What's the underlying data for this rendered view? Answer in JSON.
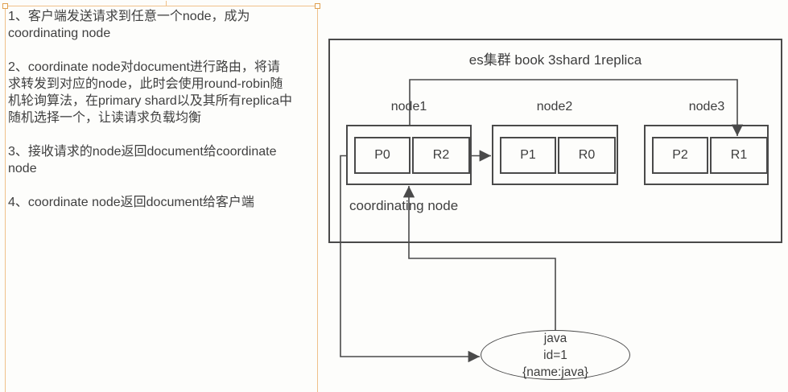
{
  "notes": {
    "paragraphs": [
      "1、客户端发送请求到任意一个node，成为\ncoordinating node",
      "2、coordinate node对document进行路由，将请\n求转发到对应的node，此时会使用round-robin随\n机轮询算法，在primary shard以及其所有replica中\n随机选择一个，让读请求负载均衡",
      "3、接收请求的node返回document给coordinate\nnode",
      "4、coordinate node返回document给客户端"
    ]
  },
  "cluster": {
    "title": "es集群 book 3shard 1replica",
    "coordinating_label": "coordinating node",
    "nodes": [
      {
        "label": "node1",
        "shards": [
          "P0",
          "R2"
        ]
      },
      {
        "label": "node2",
        "shards": [
          "P1",
          "R0"
        ]
      },
      {
        "label": "node3",
        "shards": [
          "P2",
          "R1"
        ]
      }
    ]
  },
  "client": {
    "line1": "java",
    "line2": "id=1",
    "line3": "{name:java}"
  },
  "colors": {
    "diagram_line": "#4a4a4a",
    "text": "#3d3d3d",
    "selection_border": "#f0c18a",
    "selection_handle_border": "#dfa050",
    "background": "#fdfdfb"
  }
}
